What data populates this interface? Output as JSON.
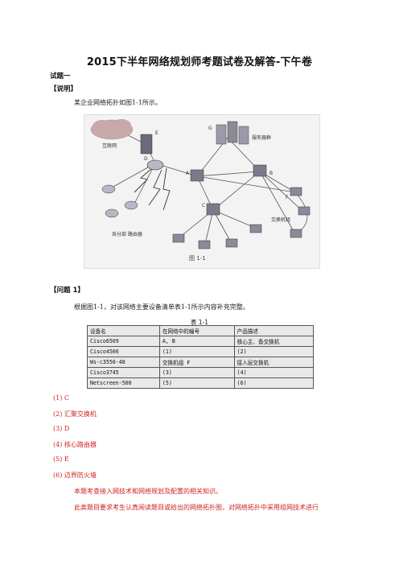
{
  "doc": {
    "title": "2015下半年网络规划师考题试卷及解答-下午卷",
    "section": "试题一",
    "note_header": "【说明】",
    "intro": "某企业网络拓扑如图1-1所示。",
    "figure": {
      "caption": "图 1-1",
      "labels": {
        "internet": "互联网",
        "e": "E",
        "g": "G",
        "servers": "服务器群",
        "d": "D",
        "a": "A",
        "b": "B",
        "c": "C",
        "f": "F",
        "branch": "各分部\n路由器",
        "switch_group": "交换机组"
      }
    },
    "question_header": "【问题 1】",
    "question_text": "根据图1-1，对该网络主要设备清单表1-1所示内容补充完整。",
    "table_title": "表 1-1",
    "table": {
      "headers": [
        "设备名",
        "在网络中的编号",
        "产品描述"
      ],
      "rows": [
        [
          "Cisco6509",
          "A, B",
          "核心主、备交换机"
        ],
        [
          "Cisco4506",
          "(1)",
          "(2)"
        ],
        [
          "Ws-c3550-48",
          "交换机组 F",
          "接入层交换机"
        ],
        [
          "Cisco3745",
          "(3)",
          "(4)"
        ],
        [
          "Netscreen-500",
          "(5)",
          "(6)"
        ]
      ]
    },
    "answers": [
      "(1) C",
      "(2) 汇聚交换机",
      "(3) D",
      "(4) 核心路由器",
      "(5) E",
      "(6) 边界防火墙"
    ],
    "explanation": [
      "本题考查接入网技术和网络规划及配置的相关知识。",
      "此类题目要求考生认真阅读题目或给出的网络拓扑图，对网络拓扑中采用组网技术进行"
    ]
  }
}
